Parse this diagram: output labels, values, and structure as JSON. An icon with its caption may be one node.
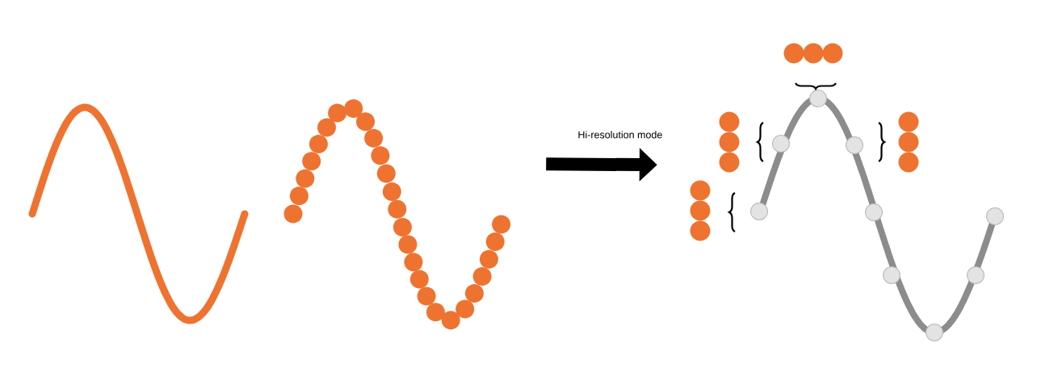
{
  "diagram": {
    "nodes": [
      {
        "text": [],
        "shape": "picture"
      },
      {
        "text": [],
        "shape": "picture"
      }
    ],
    "edges": [
      {
        "from": 0,
        "to": 1,
        "arrow": "to",
        "label": "Hi-resolution mode"
      }
    ]
  }
}
